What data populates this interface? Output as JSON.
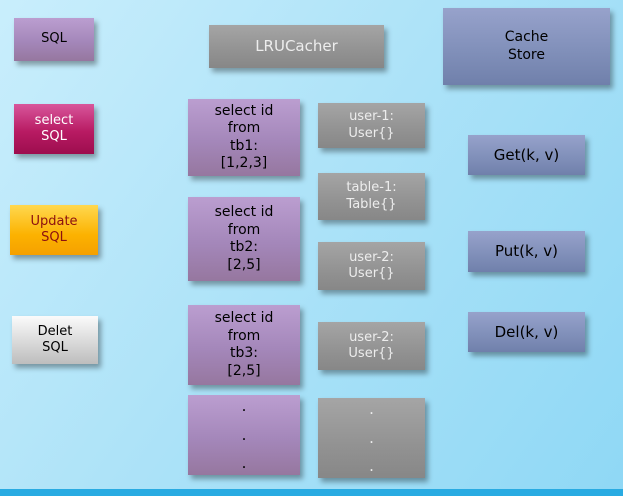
{
  "left_column": {
    "sql": "SQL",
    "select_sql": "select\nSQL",
    "update_sql": "Update\nSQL",
    "delete_sql": "Delet\nSQL"
  },
  "cache": {
    "title": "LRUCacher",
    "queries": [
      {
        "text": "select id\nfrom\ntb1:\n[1,2,3]"
      },
      {
        "text": "select id\nfrom\ntb2:\n[2,5]"
      },
      {
        "text": "select id\nfrom\ntb3:\n[2,5]"
      },
      {
        "text": ".\n.\n."
      }
    ],
    "entries": [
      {
        "text": "user-1:\nUser{}"
      },
      {
        "text": "table-1:\nTable{}"
      },
      {
        "text": "user-2:\nUser{}"
      },
      {
        "text": "user-2:\nUser{}"
      },
      {
        "text": ".\n.\n."
      }
    ]
  },
  "store": {
    "title": "Cache\nStore",
    "ops": [
      {
        "label": "Get(k, v)"
      },
      {
        "label": "Put(k, v)"
      },
      {
        "label": "Del(k, v)"
      }
    ]
  },
  "colors": {
    "background_top": "#c9eefc",
    "background_bottom": "#8fd8f5",
    "bottom_bar": "#29abe2",
    "purple": "#a487ba",
    "magenta": "#b81b63",
    "orange": "#fcb200",
    "silver": "#d9d9d9",
    "gray": "#929292",
    "slate": "#8190ba"
  }
}
